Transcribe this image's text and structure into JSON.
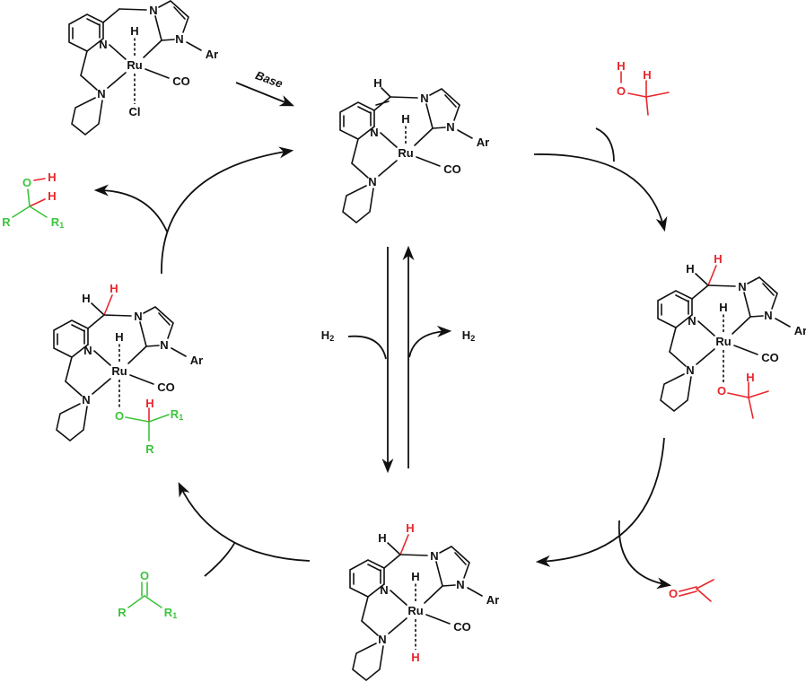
{
  "atoms": {
    "H": "H",
    "Ru": "Ru",
    "N": "N",
    "Ar": "Ar",
    "CO": "CO",
    "Cl": "Cl",
    "O": "O",
    "R": "R",
    "R1_sub": "1",
    "H2_sub": "2"
  },
  "reagents": {
    "base": "Base",
    "h2_in": "H",
    "h2_out": "H"
  },
  "complexes": [
    {
      "id": "precatalyst",
      "variant": "chloride"
    },
    {
      "id": "dearomatized",
      "variant": "ene"
    },
    {
      "id": "isopropoxide",
      "variant": "isopropoxide"
    },
    {
      "id": "dihydride",
      "variant": "hydride"
    },
    {
      "id": "alkoxide",
      "variant": "alkoxide"
    }
  ],
  "colors": {
    "ink": "#111111",
    "isopropanol": "#e8262b",
    "substrate": "#3cc43c"
  }
}
